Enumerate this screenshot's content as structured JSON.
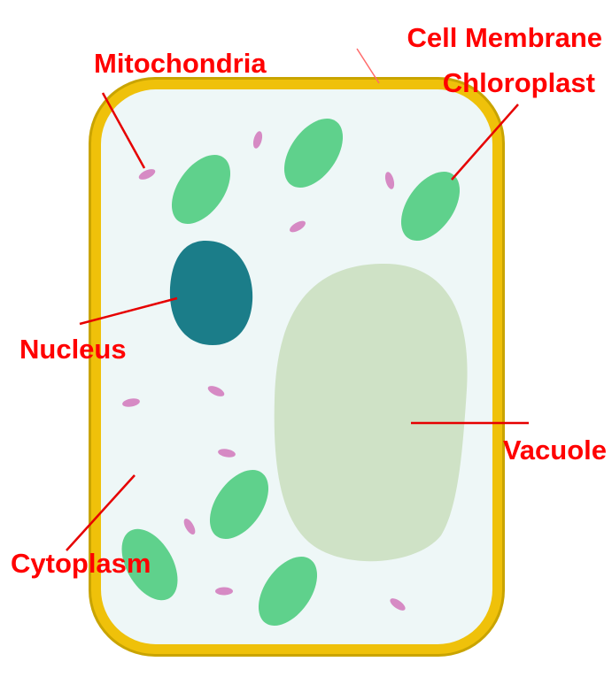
{
  "colors": {
    "background": "#ffffff",
    "cell_wall_outer": "#c9a400",
    "cell_wall_inner": "#efc10a",
    "cytoplasm": "#eef7f7",
    "chloroplast": "#5fd18c",
    "mitochondria": "#d68ac4",
    "nucleus": "#1b7d89",
    "vacuole": "#cfe2c6",
    "label_text": "#ff0000",
    "leader_line": "#e60000",
    "membrane_leader": "#ff6b6b"
  },
  "labels": {
    "cell_membrane": "Cell Membrane",
    "mitochondria": "Mitochondria",
    "chloroplast": "Chloroplast",
    "nucleus": "Nucleus",
    "vacuole": "Vacuole",
    "cytoplasm": "Cytoplasm"
  }
}
